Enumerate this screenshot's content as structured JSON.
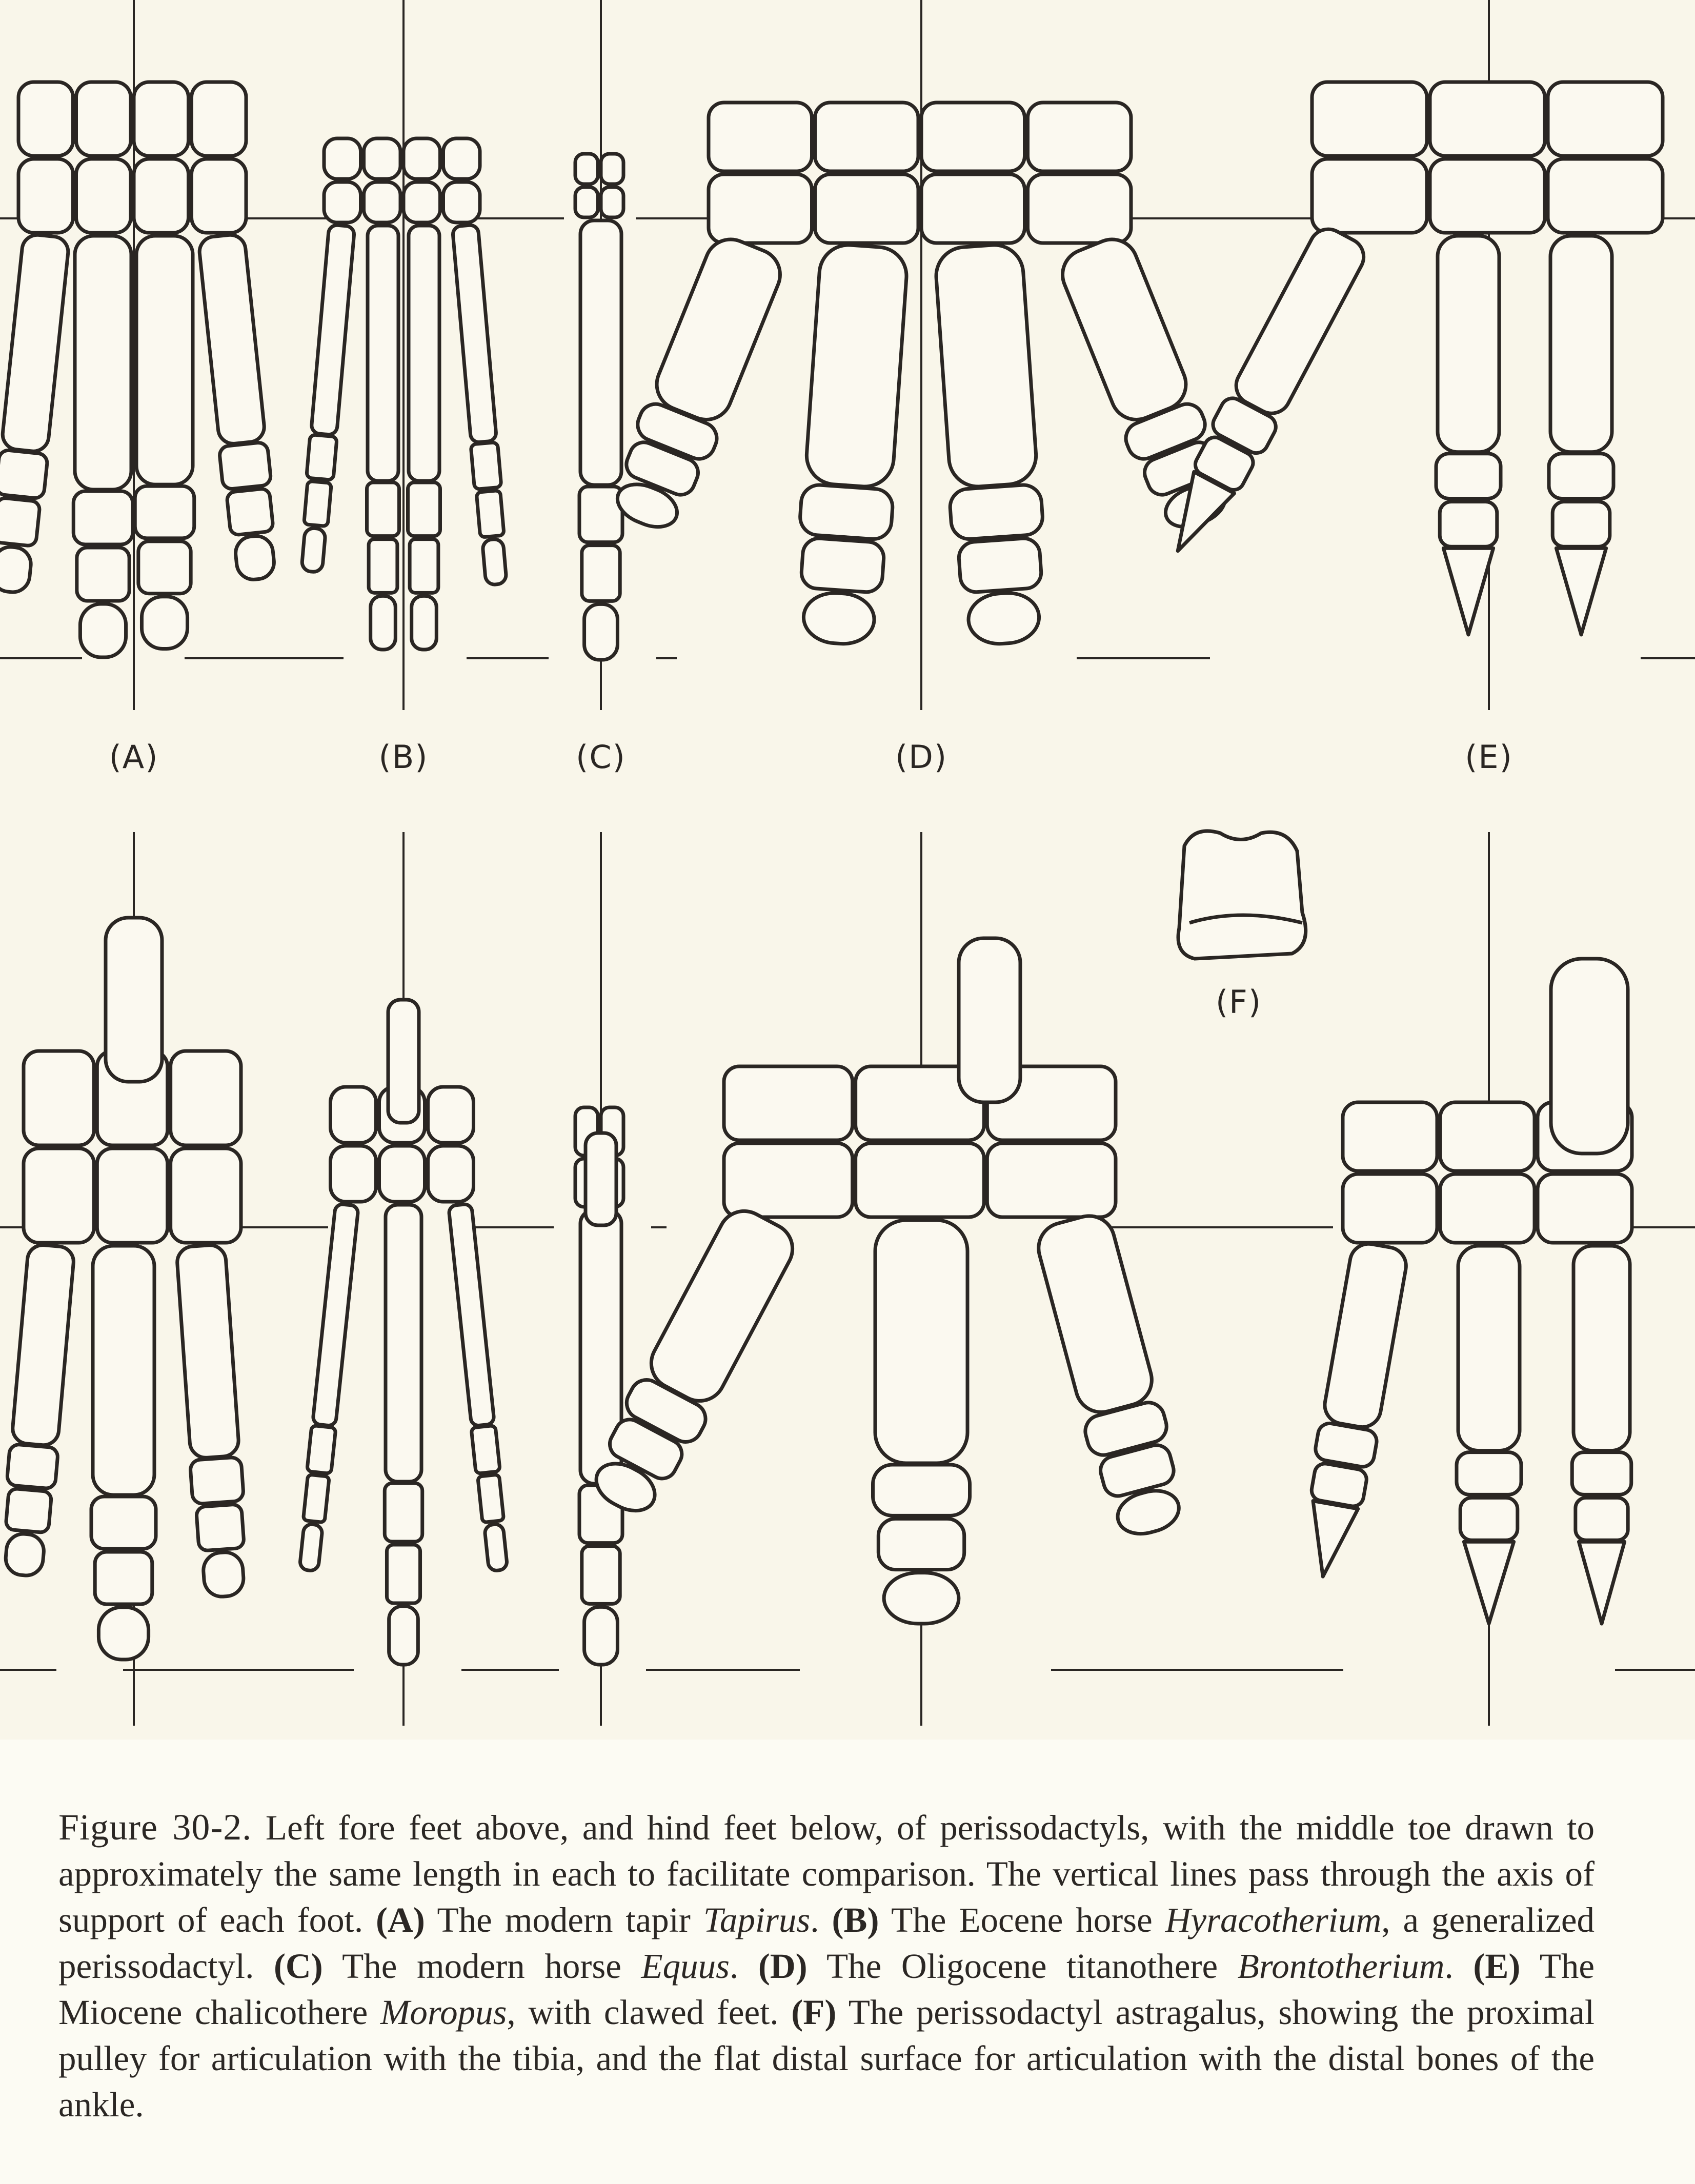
{
  "figure": {
    "panel_labels": {
      "A": "(A)",
      "B": "(B)",
      "C": "(C)",
      "D": "(D)",
      "E": "(E)",
      "F": "(F)"
    }
  },
  "caption": {
    "figure_number": "Figure 30-2.",
    "t1": " Left fore feet above, and hind feet below, of perissodactyls, with the middle toe drawn to approximately the same length in each to facilitate comparison. The vertical lines pass through the axis of support of each foot. ",
    "a_label": "(A)",
    "a_text": " The modern tapir ",
    "a_genus": "Tapirus",
    "a_end": ". ",
    "b_label": "(B)",
    "b_text": " The Eocene horse ",
    "b_genus": "Hyracotherium",
    "b_end": ", a generalized perissodactyl. ",
    "c_label": "(C)",
    "c_text": " The modern horse ",
    "c_genus": "Equus",
    "c_end": ". ",
    "d_label": "(D)",
    "d_text": " The Oligocene titanothere ",
    "d_genus": "Brontotherium",
    "d_end": ". ",
    "e_label": "(E)",
    "e_text": " The Miocene chalicothere ",
    "e_genus": "Moropus",
    "e_end": ", with clawed feet. ",
    "f_label": "(F)",
    "f_text": " The perissodactyl astragalus, showing the proximal pulley for articulation with the tibia, and the flat distal surface for articulation with the distal bones of the ankle."
  }
}
